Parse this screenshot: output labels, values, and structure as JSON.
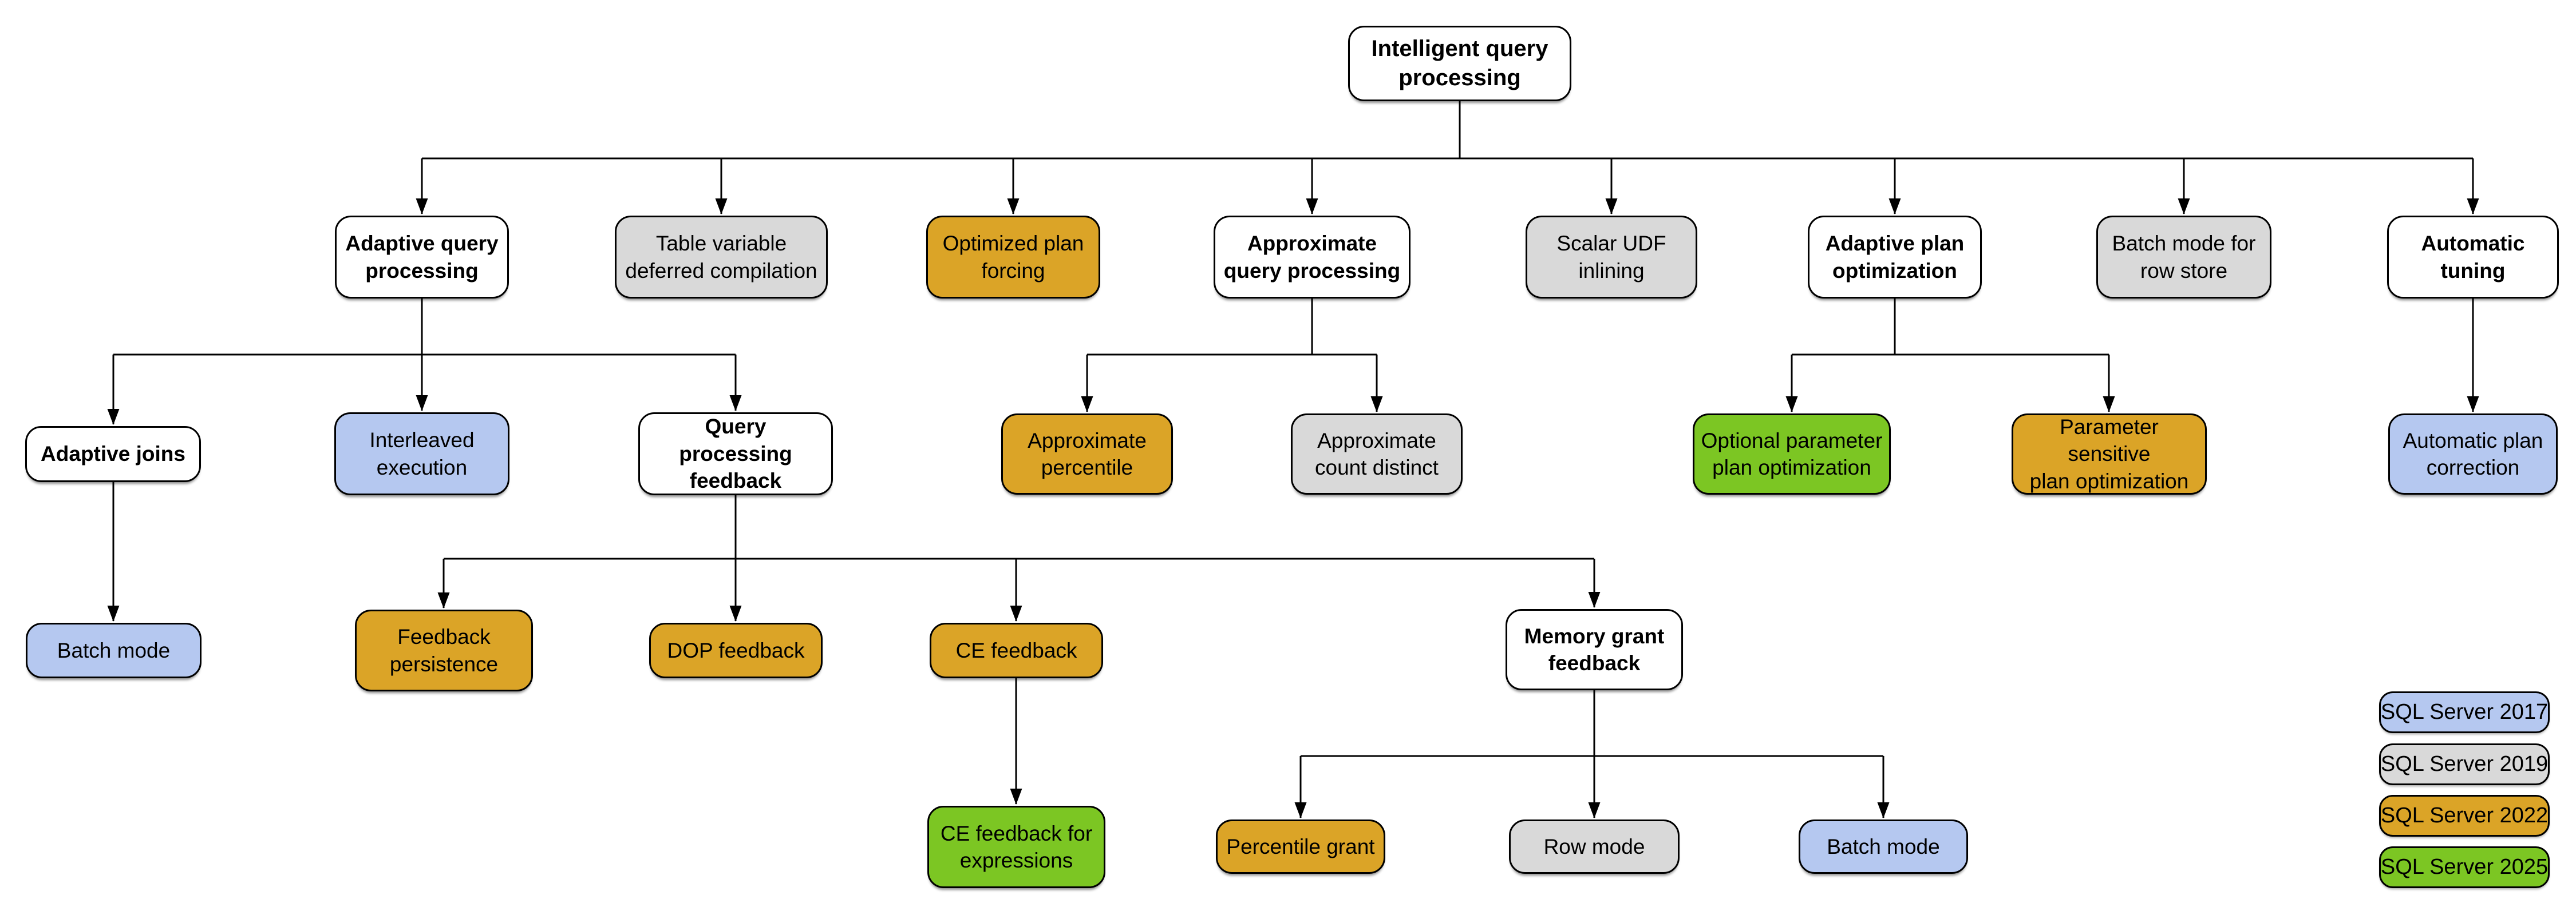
{
  "colors": {
    "sql_server_2017": "#b5c8f0",
    "sql_server_2019": "#d9d9d9",
    "sql_server_2022": "#dba427",
    "sql_server_2025": "#7cc623",
    "category_fill": "#ffffff",
    "border": "#000000",
    "connector": "#000000"
  },
  "nodes": {
    "root": {
      "label": "Intelligent query\nprocessing",
      "version": "category"
    },
    "adaptive_query_processing": {
      "label": "Adaptive query\nprocessing",
      "version": "category"
    },
    "table_variable_deferred_compilation": {
      "label": "Table variable\ndeferred compilation",
      "version": "2019"
    },
    "optimized_plan_forcing": {
      "label": "Optimized plan\nforcing",
      "version": "2022"
    },
    "approximate_query_processing": {
      "label": "Approximate\nquery processing",
      "version": "category"
    },
    "scalar_udf_inlining": {
      "label": "Scalar UDF\ninlining",
      "version": "2019"
    },
    "adaptive_plan_optimization": {
      "label": "Adaptive plan\noptimization",
      "version": "category"
    },
    "batch_mode_for_row_store": {
      "label": "Batch mode for\nrow store",
      "version": "2019"
    },
    "automatic_tuning": {
      "label": "Automatic\ntuning",
      "version": "category"
    },
    "adaptive_joins": {
      "label": "Adaptive joins",
      "version": "category"
    },
    "interleaved_execution": {
      "label": "Interleaved\nexecution",
      "version": "2017"
    },
    "query_processing_feedback": {
      "label": "Query processing\nfeedback",
      "version": "category"
    },
    "approximate_percentile": {
      "label": "Approximate\npercentile",
      "version": "2022"
    },
    "approximate_count_distinct": {
      "label": "Approximate\ncount distinct",
      "version": "2019"
    },
    "optional_parameter_plan_optimization": {
      "label": "Optional parameter\nplan optimization",
      "version": "2025"
    },
    "parameter_sensitive_plan_optimization": {
      "label": "Parameter sensitive\nplan optimization",
      "version": "2022"
    },
    "automatic_plan_correction": {
      "label": "Automatic plan\ncorrection",
      "version": "2017"
    },
    "batch_mode_adaptive_joins": {
      "label": "Batch mode",
      "version": "2017"
    },
    "feedback_persistence": {
      "label": "Feedback\npersistence",
      "version": "2022"
    },
    "dop_feedback": {
      "label": "DOP feedback",
      "version": "2022"
    },
    "ce_feedback": {
      "label": "CE feedback",
      "version": "2022"
    },
    "memory_grant_feedback": {
      "label": "Memory grant\nfeedback",
      "version": "category"
    },
    "ce_feedback_for_expressions": {
      "label": "CE feedback for\nexpressions",
      "version": "2025"
    },
    "percentile_grant": {
      "label": "Percentile grant",
      "version": "2022"
    },
    "row_mode": {
      "label": "Row mode",
      "version": "2019"
    },
    "batch_mode_memory_grant": {
      "label": "Batch mode",
      "version": "2017"
    }
  },
  "edges": [
    {
      "from": "root",
      "to": "adaptive_query_processing"
    },
    {
      "from": "root",
      "to": "table_variable_deferred_compilation"
    },
    {
      "from": "root",
      "to": "optimized_plan_forcing"
    },
    {
      "from": "root",
      "to": "approximate_query_processing"
    },
    {
      "from": "root",
      "to": "scalar_udf_inlining"
    },
    {
      "from": "root",
      "to": "adaptive_plan_optimization"
    },
    {
      "from": "root",
      "to": "batch_mode_for_row_store"
    },
    {
      "from": "root",
      "to": "automatic_tuning"
    },
    {
      "from": "adaptive_query_processing",
      "to": "adaptive_joins"
    },
    {
      "from": "adaptive_query_processing",
      "to": "interleaved_execution"
    },
    {
      "from": "adaptive_query_processing",
      "to": "query_processing_feedback"
    },
    {
      "from": "approximate_query_processing",
      "to": "approximate_percentile"
    },
    {
      "from": "approximate_query_processing",
      "to": "approximate_count_distinct"
    },
    {
      "from": "adaptive_plan_optimization",
      "to": "optional_parameter_plan_optimization"
    },
    {
      "from": "adaptive_plan_optimization",
      "to": "parameter_sensitive_plan_optimization"
    },
    {
      "from": "automatic_tuning",
      "to": "automatic_plan_correction"
    },
    {
      "from": "adaptive_joins",
      "to": "batch_mode_adaptive_joins"
    },
    {
      "from": "query_processing_feedback",
      "to": "feedback_persistence"
    },
    {
      "from": "query_processing_feedback",
      "to": "dop_feedback"
    },
    {
      "from": "query_processing_feedback",
      "to": "ce_feedback"
    },
    {
      "from": "query_processing_feedback",
      "to": "memory_grant_feedback"
    },
    {
      "from": "ce_feedback",
      "to": "ce_feedback_for_expressions"
    },
    {
      "from": "memory_grant_feedback",
      "to": "percentile_grant"
    },
    {
      "from": "memory_grant_feedback",
      "to": "row_mode"
    },
    {
      "from": "memory_grant_feedback",
      "to": "batch_mode_memory_grant"
    }
  ],
  "legend": {
    "items": [
      {
        "label": "SQL Server 2017",
        "color": "#b5c8f0"
      },
      {
        "label": "SQL Server 2019",
        "color": "#d9d9d9"
      },
      {
        "label": "SQL Server 2022",
        "color": "#dba427"
      },
      {
        "label": "SQL Server 2025",
        "color": "#7cc623"
      }
    ]
  }
}
